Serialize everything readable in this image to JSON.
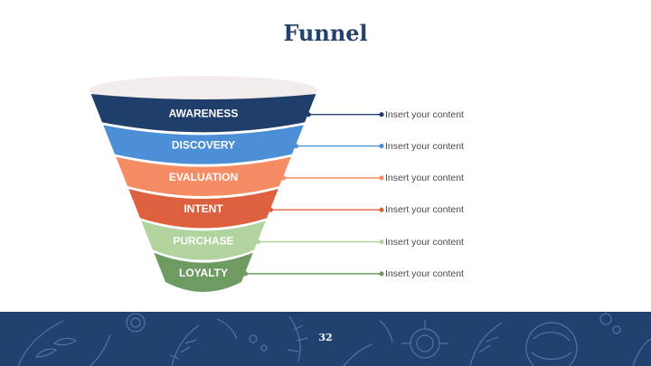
{
  "slide": {
    "title": "Funnel",
    "page_number": "32"
  },
  "funnel": {
    "stages": [
      {
        "name": "AWARENESS",
        "color": "#1f3e6a",
        "note": "Insert your content"
      },
      {
        "name": "DISCOVERY",
        "color": "#4d8fd6",
        "note": "Insert your content"
      },
      {
        "name": "EVALUATION",
        "color": "#f58c64",
        "note": "Insert your content"
      },
      {
        "name": "INTENT",
        "color": "#dd613f",
        "note": "Insert your content"
      },
      {
        "name": "PURCHASE",
        "color": "#b1d39d",
        "note": "Insert your content"
      },
      {
        "name": "LOYALTY",
        "color": "#6e9b61",
        "note": "Insert your content"
      }
    ],
    "rim_color": "#f3ecec"
  },
  "footer": {
    "background_color": "#21426f",
    "pattern": "botanical-line-art"
  }
}
